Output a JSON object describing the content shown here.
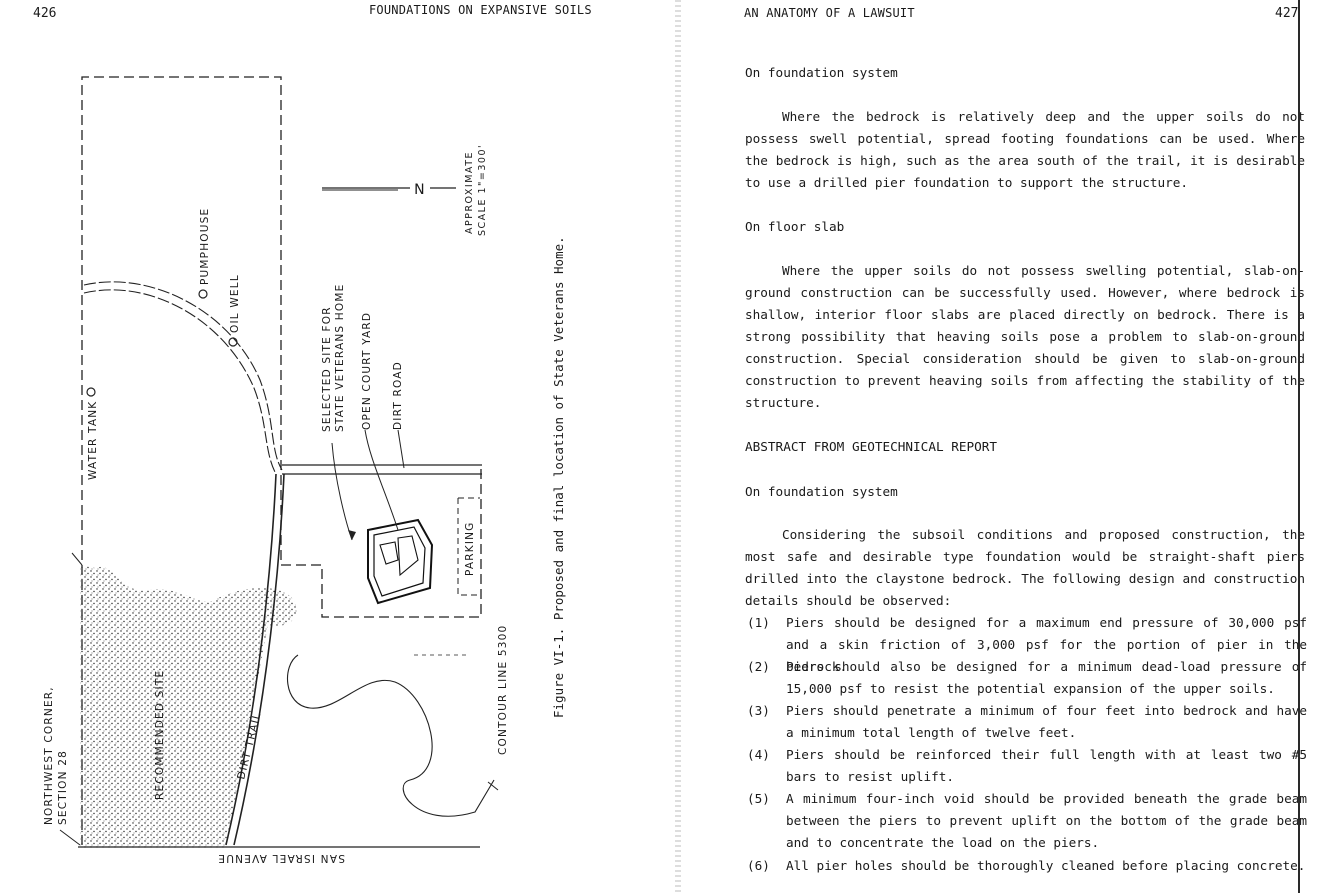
{
  "left_page": {
    "page_number": "426",
    "running_head": "FOUNDATIONS ON EXPANSIVE SOILS",
    "figure_caption": "Figure VI-1.  Proposed and final location of State Veterans Home.",
    "map_labels": {
      "water_tank": "WATER TANK",
      "pumphouse": "PUMPHOUSE",
      "oil_well": "OIL WELL",
      "selected_site_1": "SELECTED SITE FOR",
      "selected_site_2": "STATE VETERANS HOME",
      "open_court_yard": "OPEN COURT YARD",
      "dirt_road": "DIRT ROAD",
      "parking": "PARKING",
      "contour_line": "CONTOUR LINE 5300",
      "recommended_site": "RECOMMENDED SITE",
      "dirt_trail": "DIRT TRAIL",
      "nw_corner_1": "NORTHWEST CORNER,",
      "nw_corner_2": "SECTION 28",
      "street": "SAN ISRAEL AVENUE",
      "scale_1": "APPROXIMATE",
      "scale_2": "SCALE 1\"=300'",
      "north": "N"
    }
  },
  "right_page": {
    "running_head": "AN ANATOMY OF A LAWSUIT",
    "page_number": "427",
    "heading_1": "On foundation system",
    "para_1": "Where the bedrock is relatively deep and the upper soils do not possess swell potential, spread footing foundations can be used.  Where the bedrock is high, such as the area south of the trail, it is desirable to use a drilled pier foundation to support the structure.",
    "heading_2": "On floor slab",
    "para_2": "Where the upper soils do not possess swelling potential, slab-on-ground construction can be successfully used.  However, where bedrock is shallow, interior floor slabs are placed directly on bedrock.  There is a strong possibility that heaving soils pose a problem to slab-on-ground construction.  Special consideration should be given to slab-on-ground construction to prevent heaving soils from affecting the stability of the structure.",
    "heading_3": "ABSTRACT FROM GEOTECHNICAL REPORT",
    "heading_4": "On foundation system",
    "para_3": "Considering the subsoil conditions and proposed construction, the most safe and desirable type foundation would be straight-shaft piers drilled into the claystone bedrock.  The following design and construction details should be observed:",
    "list": [
      {
        "num": "(1)",
        "text": "Piers should be designed for a maximum end pressure of 30,000 psf and a skin friction of 3,000 psf for the portion of pier in the bedrock."
      },
      {
        "num": "(2)",
        "text": "Piers should also be designed for a minimum dead-load pressure of 15,000 psf to resist the potential expansion of the upper soils."
      },
      {
        "num": "(3)",
        "text": "Piers should penetrate a minimum of four feet into bedrock and have a minimum total length of twelve feet."
      },
      {
        "num": "(4)",
        "text": "Piers should be reinforced their full length with at least two #5 bars to resist uplift."
      },
      {
        "num": "(5)",
        "text": "A minimum four-inch void should be provided beneath the grade beam between the piers to prevent uplift on the bottom of the grade beam and to concentrate the load on the piers."
      },
      {
        "num": "(6)",
        "text": "All pier holes should be thoroughly cleaned before placing concrete."
      }
    ]
  }
}
